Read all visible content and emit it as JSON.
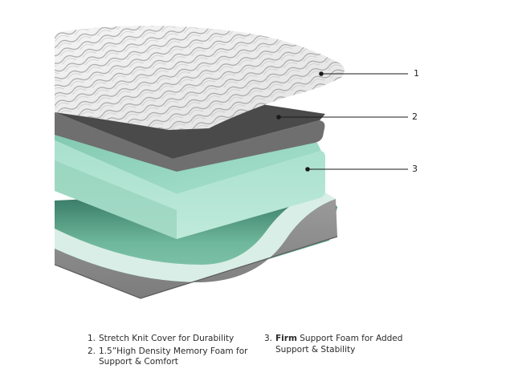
{
  "diagram": {
    "subject": "Mattress layer cross-section",
    "colors": {
      "cover": "#e9e9e9",
      "cover_stripes": "#9a9a9a",
      "memory_foam_top": "#4a4a4a",
      "memory_foam_side": "#6e6e6e",
      "support_foam_top": "#9fd9c6",
      "support_foam_side": "#b8e8d8",
      "base_inner": "#7fc2aa",
      "base_side": "#8c8c8c",
      "callout_line": "#1a1a1a"
    },
    "callouts": [
      {
        "number": "1",
        "layer": "cover"
      },
      {
        "number": "2",
        "layer": "memory-foam"
      },
      {
        "number": "3",
        "layer": "support-foam"
      }
    ]
  },
  "legend": {
    "left": [
      {
        "number": "1.",
        "text": "Stretch Knit Cover for Durability"
      },
      {
        "number": "2.",
        "text": "1.5”High Density Memory Foam for Support & Comfort"
      }
    ],
    "right": [
      {
        "number": "3.",
        "bold": "Firm",
        "text": " Support Foam for Added Support & Stability"
      }
    ]
  }
}
